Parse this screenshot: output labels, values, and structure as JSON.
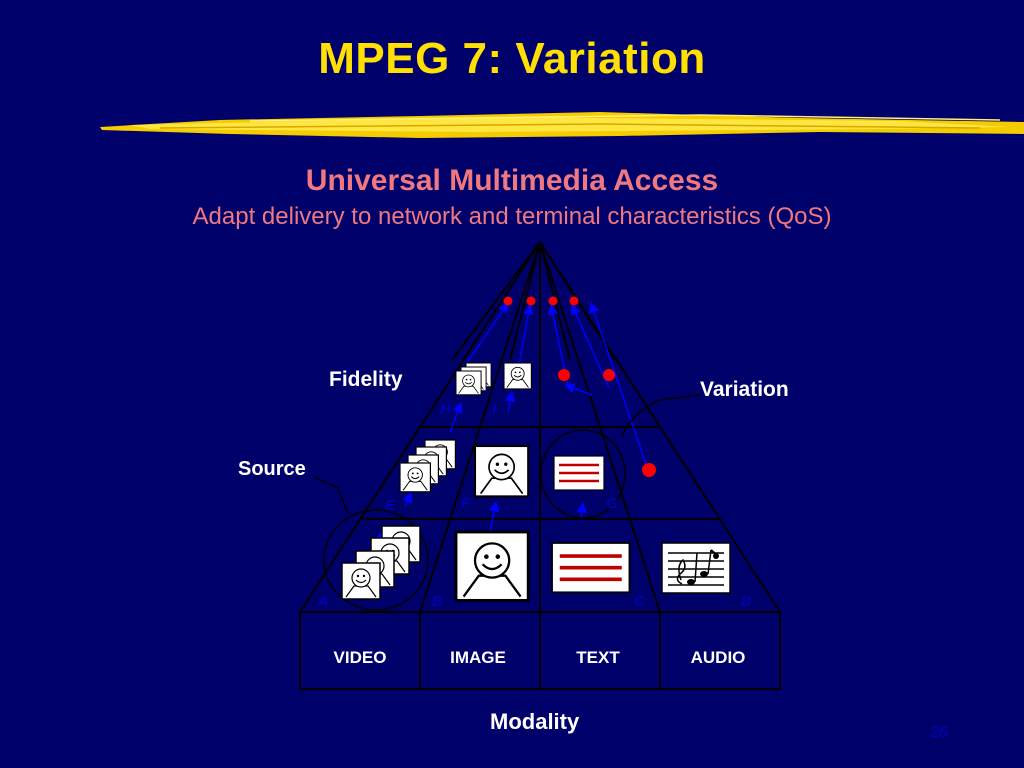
{
  "slide": {
    "title": "MPEG 7: Variation",
    "subtitle": "Universal Multimedia Access",
    "subline": "Adapt delivery to network and terminal characteristics (QoS)",
    "page_number": "26"
  },
  "diagram": {
    "fidelity_label": "Fidelity",
    "source_label": "Source",
    "variation_label": "Variation",
    "modality_label": "Modality",
    "modalities": [
      "VIDEO",
      "IMAGE",
      "TEXT",
      "AUDIO"
    ],
    "cell_letters": {
      "A": "A",
      "B": "B",
      "C": "C",
      "D": "D",
      "E": "E",
      "F": "F",
      "G": "G",
      "H": "H",
      "I": "I"
    },
    "colors": {
      "background": "#00006a",
      "title": "#ffe000",
      "subtitle": "#f07880",
      "lines": "#000000",
      "arrows": "#0000ff",
      "dots": "#ff0000"
    }
  }
}
